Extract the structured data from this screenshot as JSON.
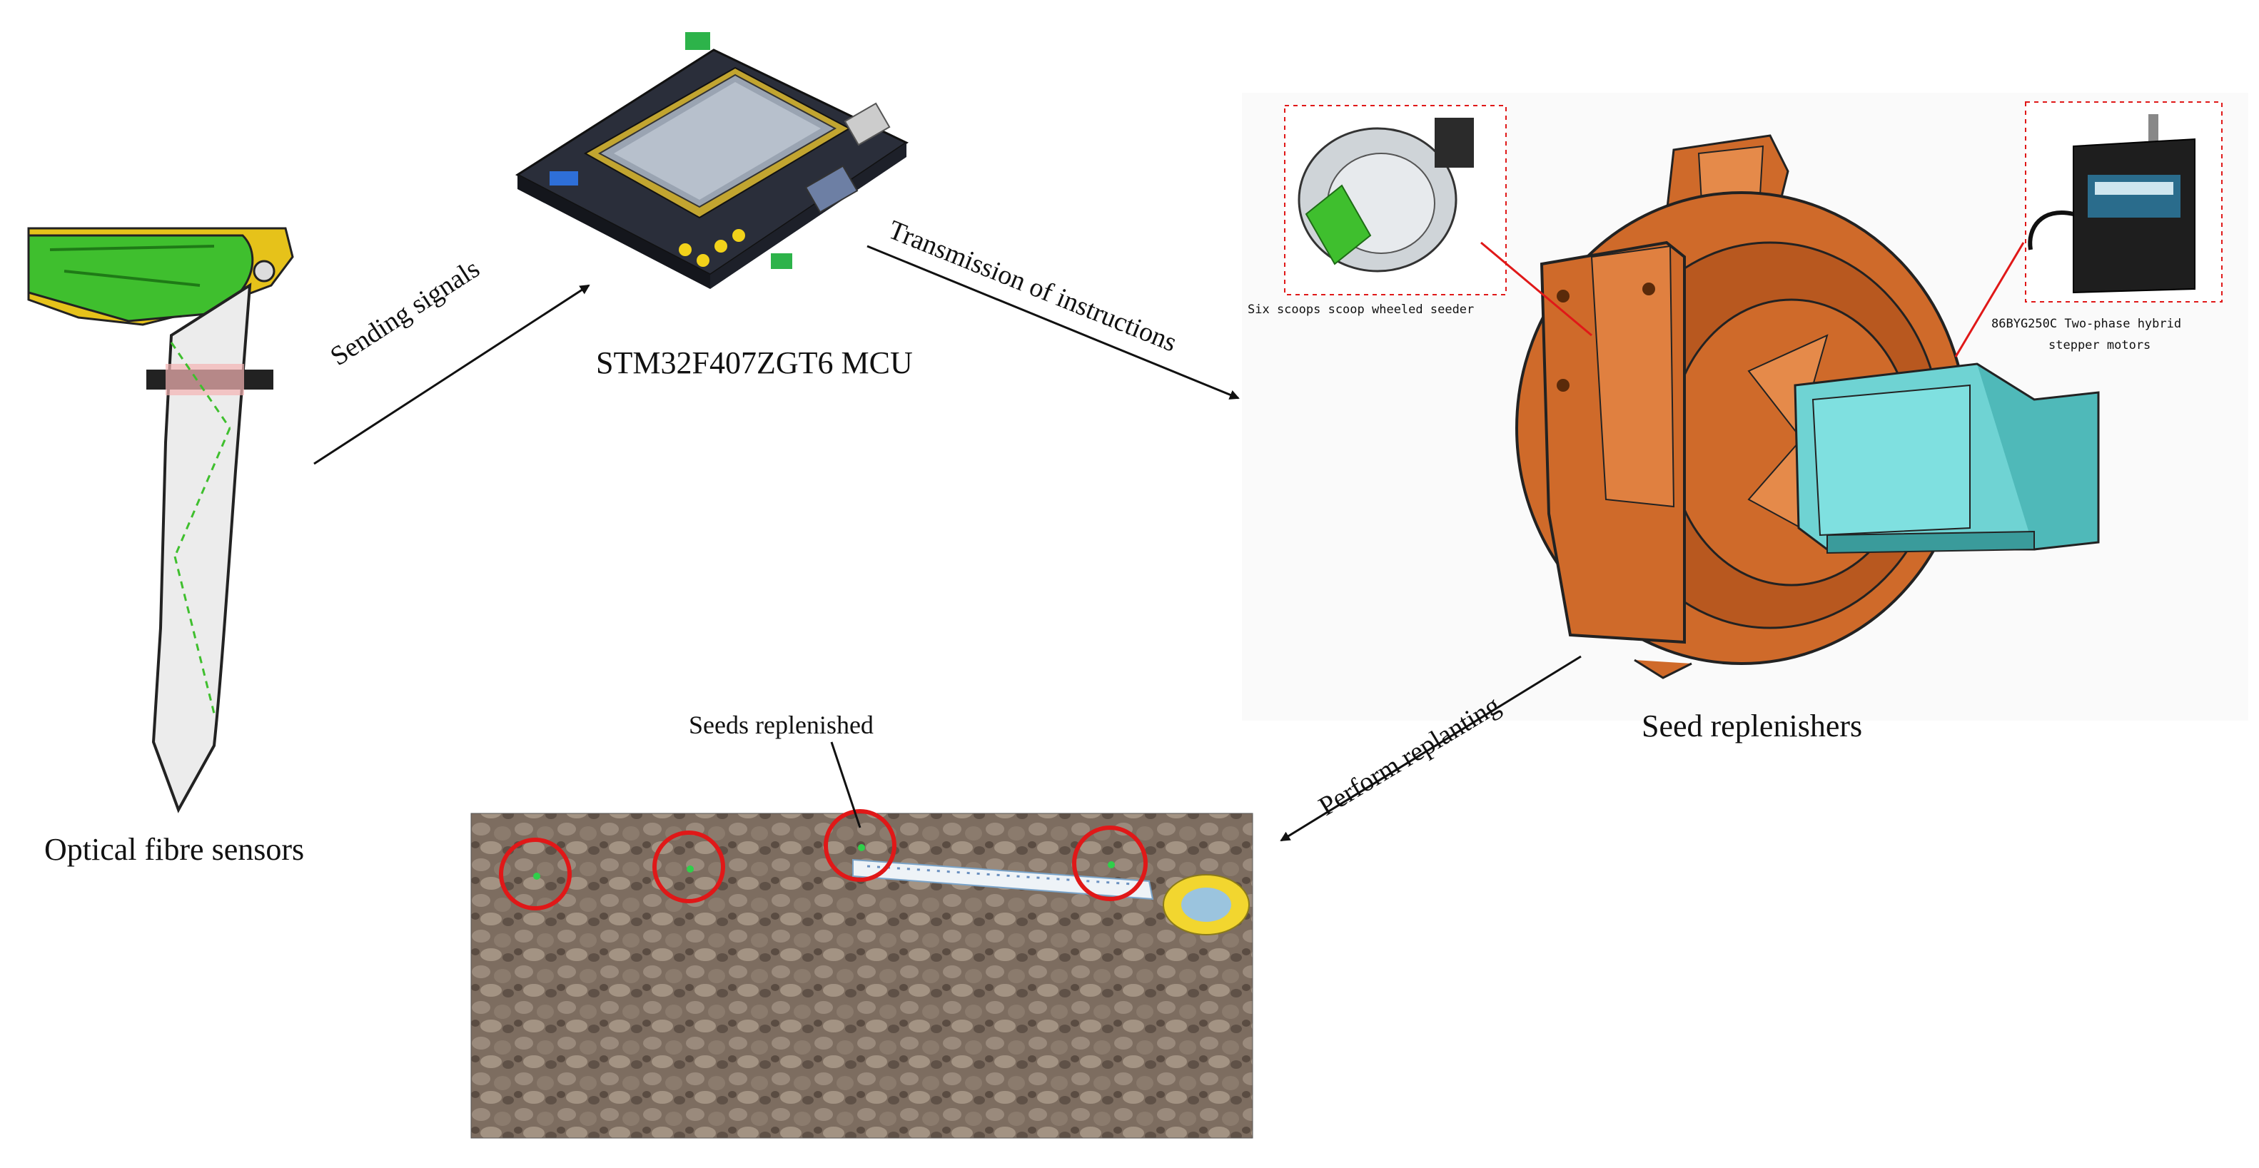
{
  "labels": {
    "sensor": "Optical fibre sensors",
    "mcu": "STM32F407ZGT6 MCU",
    "replenisher": "Seed replenishers",
    "seeds": "Seeds replenished",
    "seeder": "Six scoops scoop wheeled seeder",
    "motor_line1": "86BYG250C Two-phase hybrid",
    "motor_line2": "stepper motors"
  },
  "arrows": {
    "sending": "Sending signals",
    "transmission": "Transmission of instructions",
    "replanting": "Perform replanting"
  },
  "colors": {
    "sensor_green": "#3fbf2e",
    "sensor_yellow": "#e6c21a",
    "replenisher_orange": "#cf6a2a",
    "motor_cyan": "#6fd3d3",
    "highlight_red": "#e01818",
    "soil": "#7a6a5e"
  }
}
